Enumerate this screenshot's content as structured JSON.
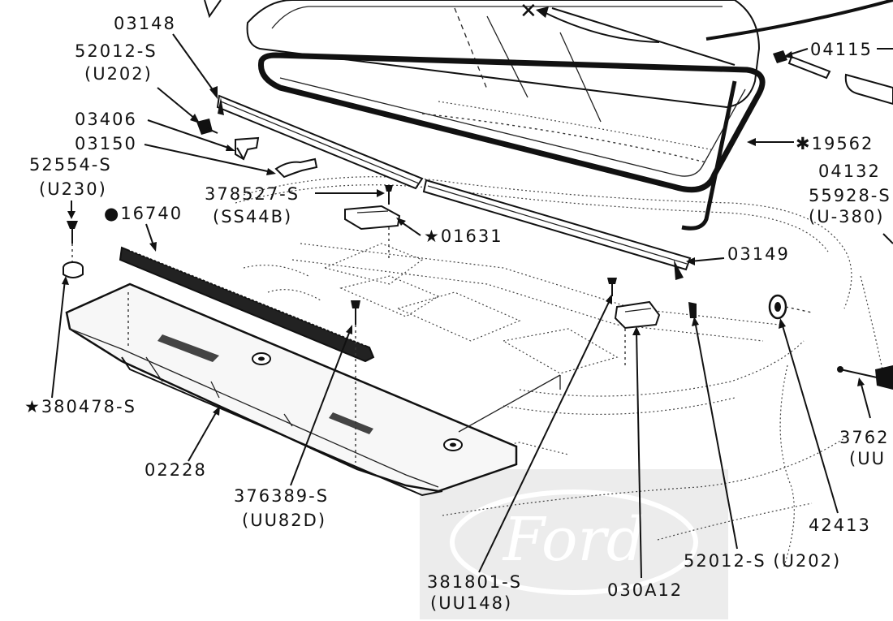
{
  "parts": {
    "p03148": "03148",
    "p52012s": "52012-S",
    "u202": "(U202)",
    "p03406": "03406",
    "p03150": "03150",
    "p52554s": "52554-S",
    "u230": "(U230)",
    "p16740": "●16740",
    "p378527s": "378527-S",
    "ss44b": "(SS44B)",
    "p01631": "★01631",
    "p380478s": "★380478-S",
    "p02228": "02228",
    "p376389s": "376389-S",
    "uu82d": "(UU82D)",
    "p381801s": "381801-S",
    "uu148": "(UU148)",
    "p030a12": "030A12",
    "p52012s_u202": "52012-S (U202)",
    "p42413": "42413",
    "p03149": "03149",
    "p19562": "✱19562",
    "p04115": "04115",
    "p04132": "04132",
    "p55928s": "55928-S",
    "u380": "(U-380)",
    "p3762": "3762",
    "uu": "(UU"
  },
  "watermark": {
    "brand": "Ford"
  },
  "colors": {
    "ink": "#111111",
    "watermark": "#e9e9e9"
  }
}
